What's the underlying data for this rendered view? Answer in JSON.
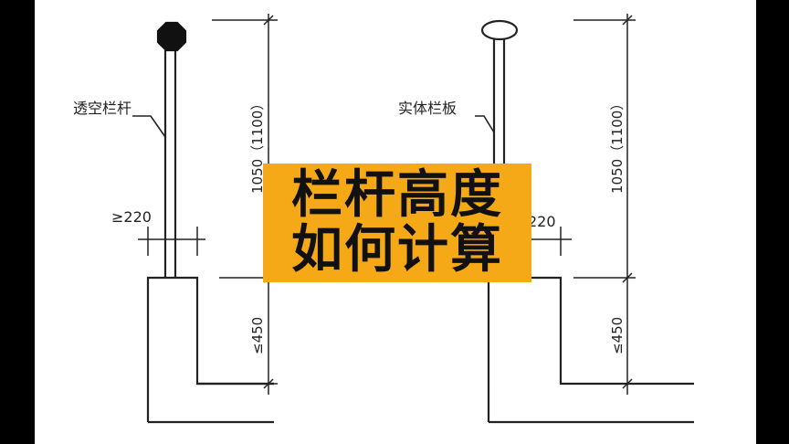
{
  "overlay": {
    "title_line1": "栏杆高度",
    "title_line2": "如何计算",
    "background_color": "#f5a916"
  },
  "left_figure": {
    "label": "透空栏杆",
    "top_height_label": "1050（1100）",
    "bottom_height_label": "≤450",
    "offset_label": "≥220"
  },
  "right_figure": {
    "label": "实体栏板",
    "top_height_label": "1050（1100）",
    "bottom_height_label": "≤450",
    "offset_label": "220"
  },
  "colors": {
    "line": "#222222",
    "frame": "#000000",
    "paper": "#ffffff"
  }
}
